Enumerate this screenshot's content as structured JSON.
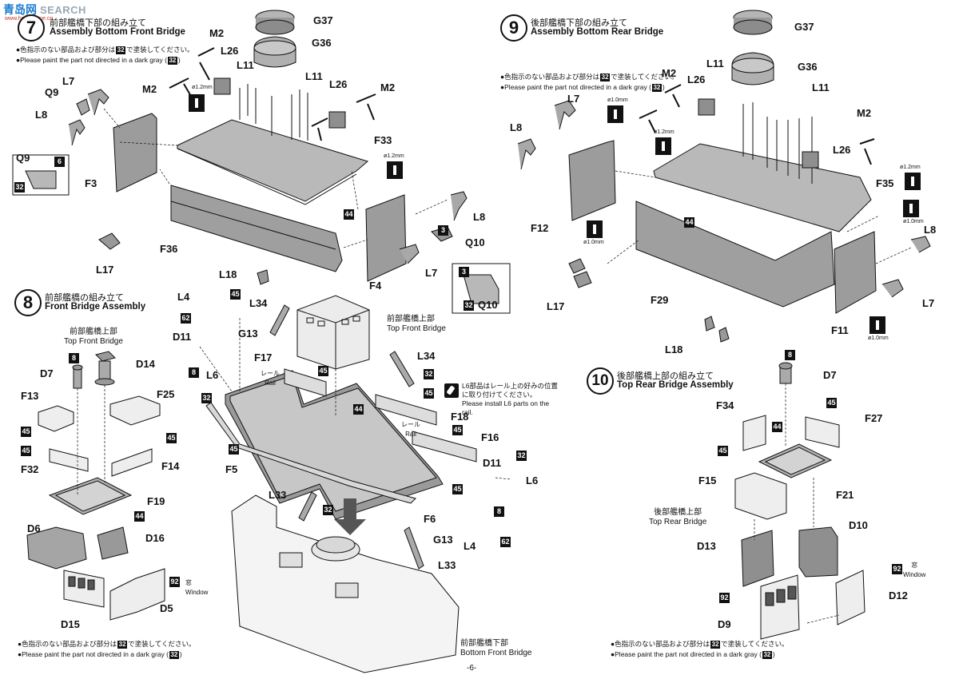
{
  "watermark": {
    "brand": "青岛网",
    "search": "SEARCH",
    "url": "www.hobbyzone.cn"
  },
  "common": {
    "paint_note_jp_pre": "色指示のない部品および部分は",
    "paint_note_jp_post": "で塗装してください。",
    "paint_note_en": "Please paint the part not directed in a dark gray (",
    "paint_note_en_close": ")",
    "paint_code": "32",
    "bullet": "●"
  },
  "step7": {
    "number": "7",
    "title_jp": "前部艦橋下部の組み立て",
    "title_en": "Assembly Bottom Front Bridge",
    "labels": [
      "M2",
      "G37",
      "G36",
      "L26",
      "L11",
      "L11",
      "L26",
      "M2",
      "M2",
      "L7",
      "Q9",
      "L8",
      "Q9",
      "F3",
      "F33",
      "F36",
      "L17",
      "L18",
      "F4",
      "L8",
      "Q10",
      "L7",
      "Q10"
    ],
    "drill_sizes": [
      "ø1.2mm",
      "ø1.2mm"
    ],
    "tags": {
      "code_6": "6",
      "code_32": "32",
      "code_44": "44",
      "code_3": "3"
    }
  },
  "step8": {
    "number": "8",
    "title_jp": "前部艦橋の組み立て",
    "title_en": "Front Bridge Assembly",
    "sub_top_jp": "前部艦橋上部",
    "sub_top_en": "Top Front Bridge",
    "sub_top2_jp": "前部艦橋上部",
    "sub_top2_en": "Top Front Bridge",
    "sub_bottom_jp": "前部艦橋下部",
    "sub_bottom_en": "Bottom Front Bridge",
    "rail_jp": "レール",
    "rail_en": "Rail",
    "window_jp": "窓",
    "window_en": "Window",
    "l6_note_jp": "L6部品はレール上の好みの位置に取り付けてください。",
    "l6_note_en": "Please install L6 parts on the rail.",
    "labels": [
      "L4",
      "D11",
      "L6",
      "G13",
      "L34",
      "F17",
      "L34",
      "F18",
      "F16",
      "D11",
      "L6",
      "F5",
      "F6",
      "G13",
      "L4",
      "L33",
      "L33",
      "D7",
      "D14",
      "F13",
      "F25",
      "F32",
      "F14",
      "F19",
      "D6",
      "D16",
      "D15",
      "D5"
    ],
    "tags": {
      "c8": "8",
      "c45": "45",
      "c62": "62",
      "c32": "32",
      "c44": "44",
      "c92": "92"
    }
  },
  "step9": {
    "number": "9",
    "title_jp": "後部艦橋下部の組み立て",
    "title_en": "Assembly Bottom Rear Bridge",
    "labels": [
      "G37",
      "G36",
      "M2",
      "L26",
      "L11",
      "L11",
      "L7",
      "L8",
      "F35",
      "F12",
      "M2",
      "L26",
      "L8",
      "F29",
      "L17",
      "F11",
      "L7",
      "L18"
    ],
    "drill_sizes": [
      "ø1.0mm",
      "ø1.2mm",
      "ø1.2mm",
      "ø1.0mm",
      "ø1.0mm",
      "ø1.0mm"
    ],
    "tags": {
      "c44": "44"
    }
  },
  "step10": {
    "number": "10",
    "title_jp": "後部艦橋上部の組み立て",
    "title_en": "Top Rear Bridge Assembly",
    "sub_jp": "後部艦橋上部",
    "sub_en": "Top Rear Bridge",
    "window_jp": "窓",
    "window_en": "Window",
    "labels": [
      "D7",
      "F34",
      "F27",
      "F15",
      "F21",
      "D10",
      "D13",
      "D12",
      "D9"
    ],
    "tags": {
      "c8": "8",
      "c45": "45",
      "c44": "44",
      "c92": "92"
    }
  },
  "page_number": "-6-",
  "colors": {
    "part_gray": "#a7a7a7",
    "dark_gray": "#6f6f6f",
    "ink": "#111111"
  }
}
